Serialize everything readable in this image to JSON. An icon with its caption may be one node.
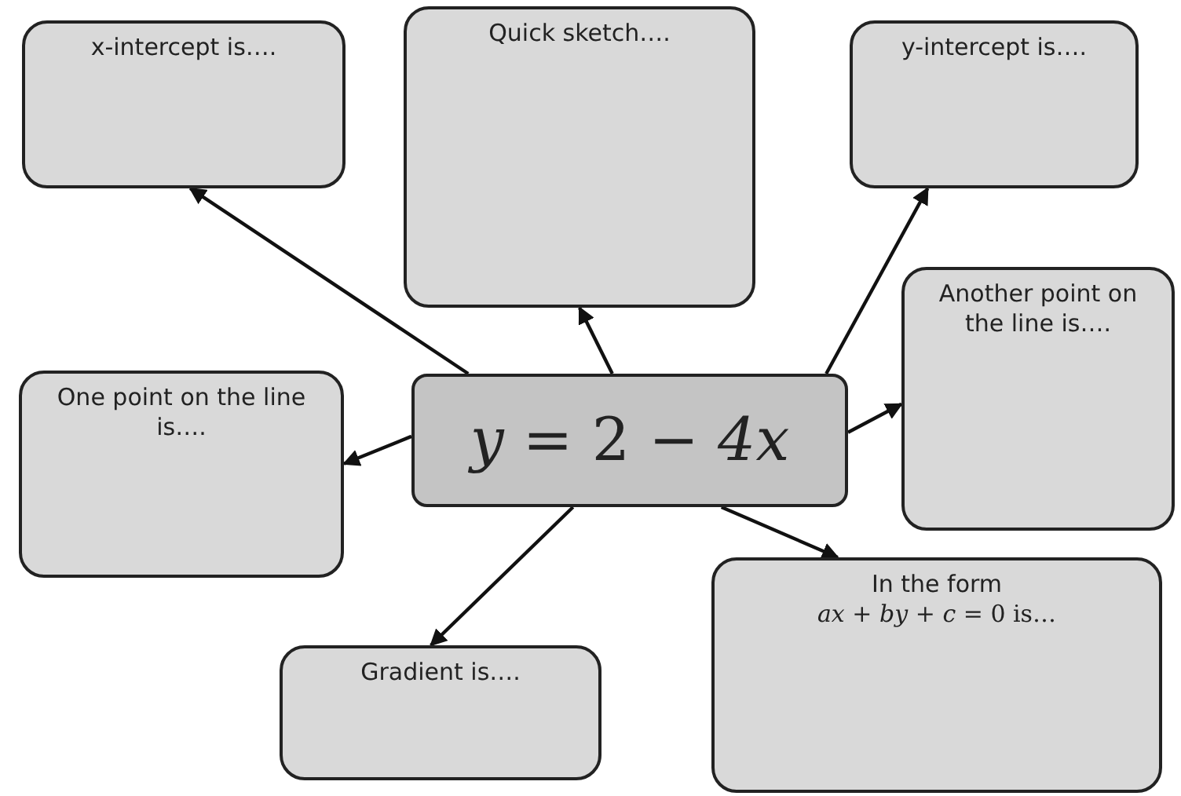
{
  "diagram": {
    "nodes": [
      {
        "text": [
          "*y* = 2 − *4x*"
        ]
      },
      {
        "text": [
          "x-intercept is…."
        ]
      },
      {
        "text": [
          "Quick sketch…."
        ]
      },
      {
        "text": [
          "y-intercept is…."
        ]
      },
      {
        "text": [
          "Another point on the line is…."
        ]
      },
      {
        "text": [
          "One point on the line is…."
        ]
      },
      {
        "text": [
          "Gradient is…."
        ]
      },
      {
        "text": [
          "In the form",
          "*ax* + *by* + *c* = 0 is…"
        ]
      }
    ],
    "edges": [
      {
        "from": 0,
        "to": 1,
        "arrow": "to"
      },
      {
        "from": 0,
        "to": 2,
        "arrow": "to"
      },
      {
        "from": 0,
        "to": 3,
        "arrow": "to"
      },
      {
        "from": 0,
        "to": 4,
        "arrow": "to"
      },
      {
        "from": 0,
        "to": 5,
        "arrow": "to"
      },
      {
        "from": 0,
        "to": 6,
        "arrow": "to"
      },
      {
        "from": 0,
        "to": 7,
        "arrow": "to"
      }
    ]
  }
}
